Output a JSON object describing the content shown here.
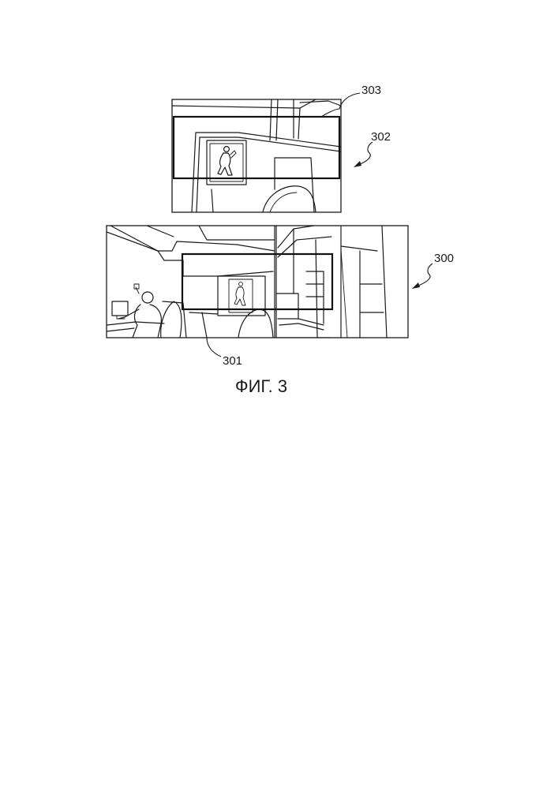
{
  "figure": {
    "caption": "ФИГ. 3",
    "labels": {
      "panorama": "300",
      "panorama_region": "301",
      "zoom_view": "302",
      "zoom_region": "303"
    }
  },
  "colors": {
    "ink": "#1a1a1a",
    "background": "#ffffff"
  }
}
